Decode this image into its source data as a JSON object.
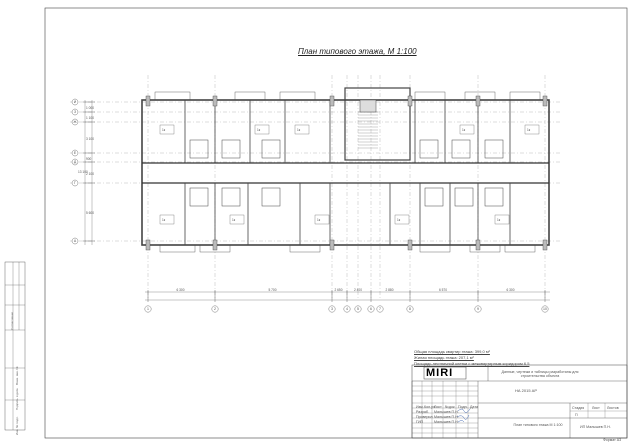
{
  "sheet": {
    "title": "План типового этажа, М 1:100",
    "format": "Формат А3"
  },
  "notes": [
    "Общая площадь квартир этажа: 399,0 м²",
    "Жилая площадь этажа: 207,1 м²",
    "Площадь лестничной клетки с межквартирным коридором 6,5"
  ],
  "grid": {
    "rows": [
      "И",
      "З",
      "Ж",
      "Е",
      "Д",
      "Г",
      "А"
    ],
    "columns": [
      "1",
      "2",
      "3",
      "4",
      "5",
      "6",
      "7",
      "8",
      "9",
      "10"
    ],
    "column_dims": [
      "6 300",
      "5 700",
      "2 650",
      "2 400",
      "2 880",
      "6 570",
      "6 300"
    ],
    "row_dims": [
      "1 000",
      "1 100",
      "3 100",
      "900",
      "2 100",
      "5 600"
    ],
    "total_dim": "13 100"
  },
  "apartments": [
    "1к",
    "1к",
    "1к",
    "1к",
    "1к",
    "1к",
    "1к",
    "1к",
    "1к",
    "1к"
  ],
  "title_block": {
    "logo": "MIRI",
    "company_note": "Данные, чертежи и таблицы разработаны для строительства объекта",
    "code": "НА 2015 АР",
    "headers": [
      "Изм.",
      "Кол.уч",
      "Лист",
      "№док",
      "Подп.",
      "Дата"
    ],
    "roles": [
      "Разраб.",
      "Проверил",
      "ГИП"
    ],
    "names": [
      "Малышев П.Н.",
      "Малышев П.Н.",
      "Малышев П.Н."
    ],
    "stage_headers": [
      "Стадия",
      "Лист",
      "Листов"
    ],
    "stage": "П",
    "sheet_name": "План типового этажа М 1:100",
    "organization": "ИП Малышев П.Н."
  },
  "side_stamps": [
    "Согласовано",
    "Взам. инв. №",
    "Подпись и дата",
    "Инв. № подл."
  ]
}
